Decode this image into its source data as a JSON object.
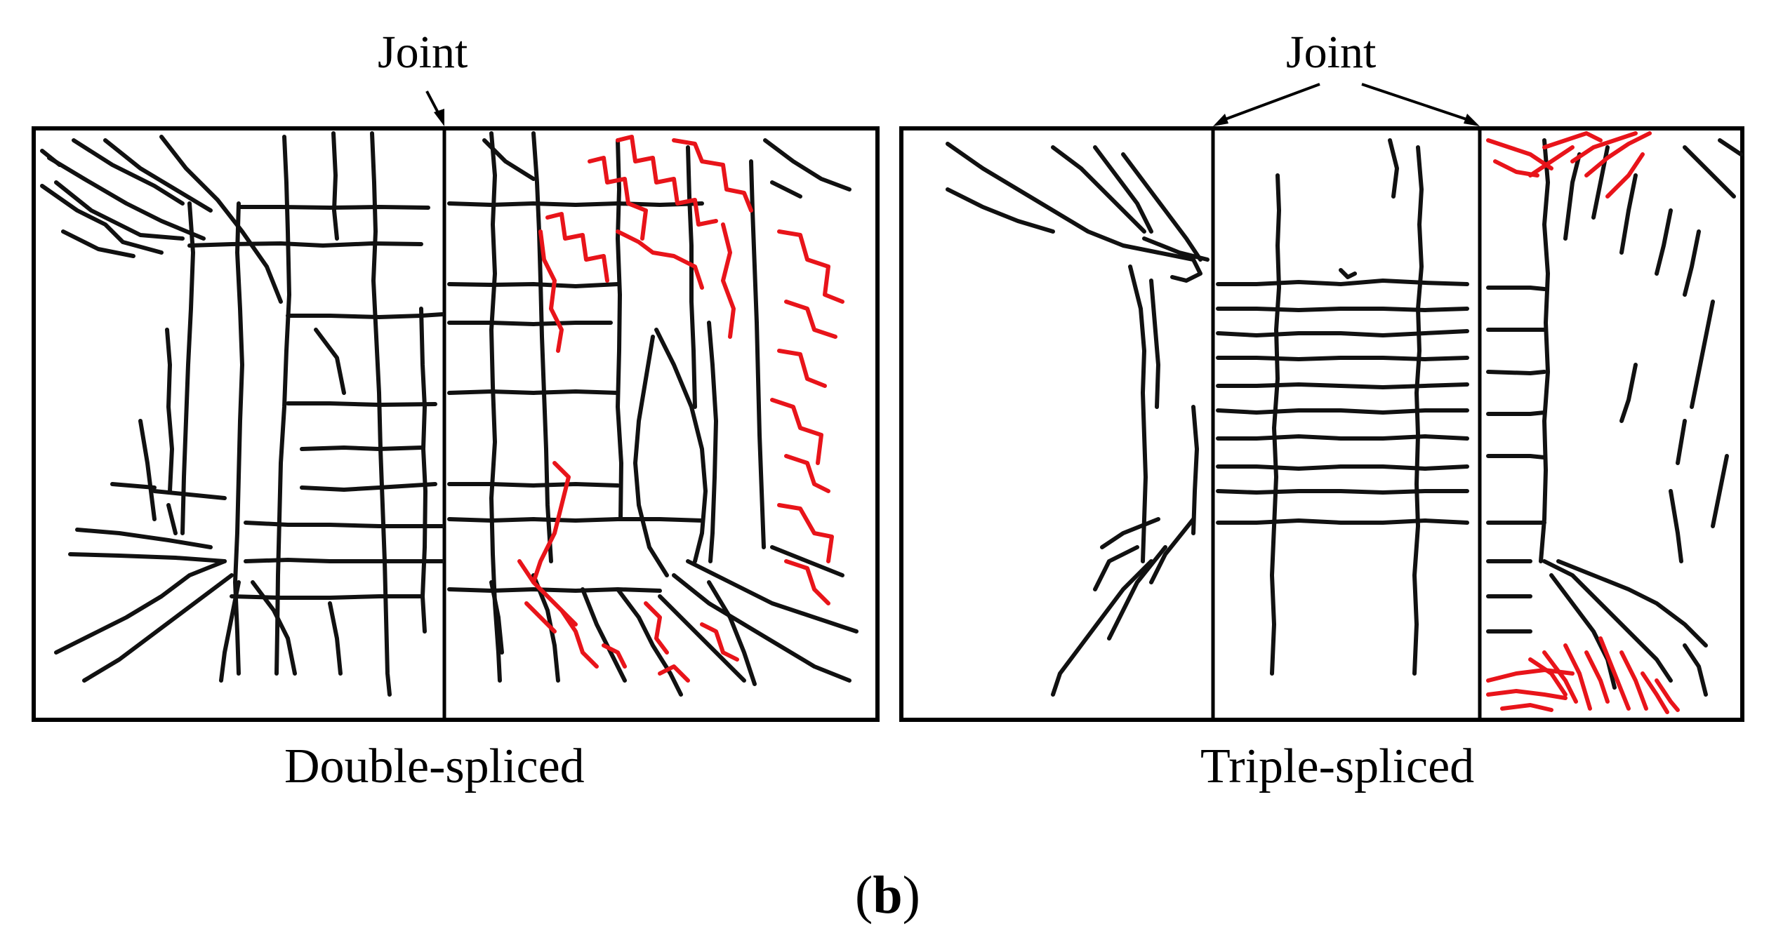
{
  "figure": {
    "left_panel": {
      "joint_label": "Joint",
      "caption": "Double-spliced"
    },
    "right_panel": {
      "joint_label": "Joint",
      "caption": "Triple-spliced"
    },
    "subfigure_open": "(",
    "subfigure_letter": "b",
    "subfigure_close": ")"
  },
  "colors": {
    "crack": "#111111",
    "highlight_crack": "#e8141a",
    "frame": "#000000"
  }
}
